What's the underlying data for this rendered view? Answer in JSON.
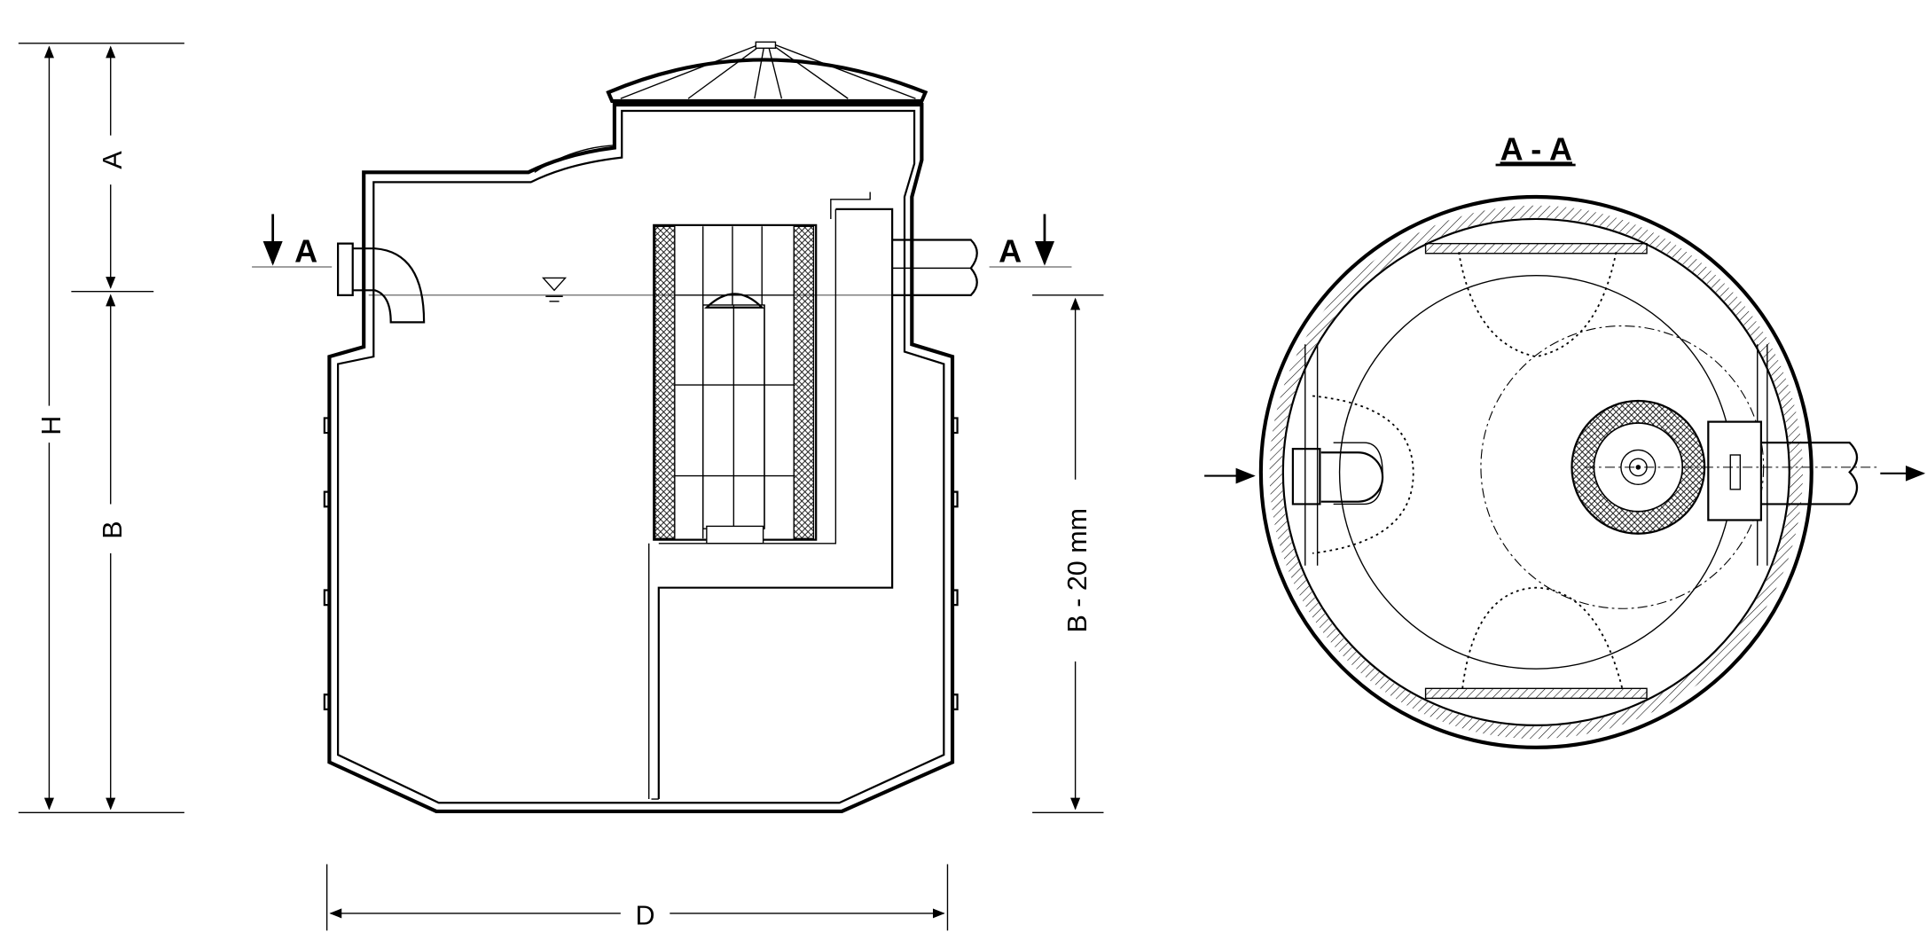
{
  "labels": {
    "dim_a": "A",
    "dim_b": "B",
    "dim_h": "H",
    "dim_d": "D",
    "dim_b20": "B - 20 mm",
    "section_left": "A",
    "section_right": "A",
    "section_title": "A - A"
  },
  "colors": {
    "line": "#000000",
    "background": "#ffffff",
    "hatch": "#000000"
  }
}
